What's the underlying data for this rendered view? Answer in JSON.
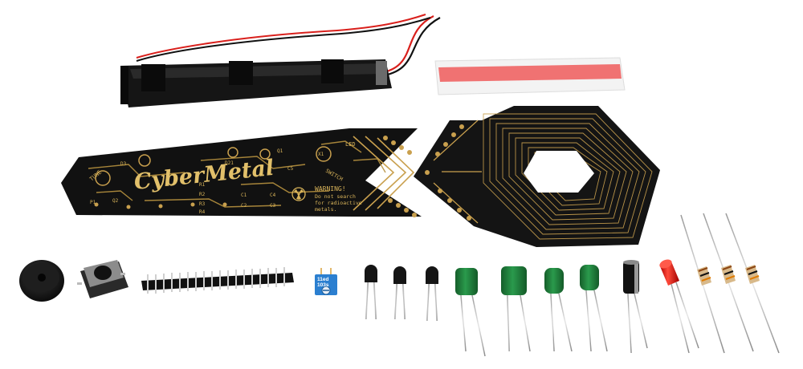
{
  "pcb_arrow": {
    "logo_text": "CyberMetal",
    "warning_line1": "WARNING!",
    "warning_line2": "Do not search",
    "warning_line3": "for radioactive",
    "warning_line4": "metals.",
    "silk_tune": "TUNE",
    "silk_led": "LED",
    "silk_switch": "SWITCH",
    "silk_labels": [
      "D3",
      "D21",
      "Q1",
      "Q2",
      "X1",
      "C5",
      "P1",
      "R1",
      "R2",
      "R3",
      "R4",
      "C1",
      "C2",
      "C3",
      "C4"
    ],
    "silk_color": "#d9b45a",
    "board_color": "#111111"
  },
  "pcb_coil": {
    "board_color": "#141414",
    "trace_color": "#c9a04e"
  },
  "trimmer_pot": {
    "marking_line1": "11ed",
    "marking_line2": "103s",
    "body_color": "#2b7fd0"
  },
  "battery_holder": {
    "body_color": "#151515",
    "wire_colors": [
      "#d9201c",
      "#111111"
    ]
  },
  "tape": {
    "stripe_color": "#f07272"
  },
  "capacitor_color": "#1f7a3a",
  "led_color": "#e01010"
}
